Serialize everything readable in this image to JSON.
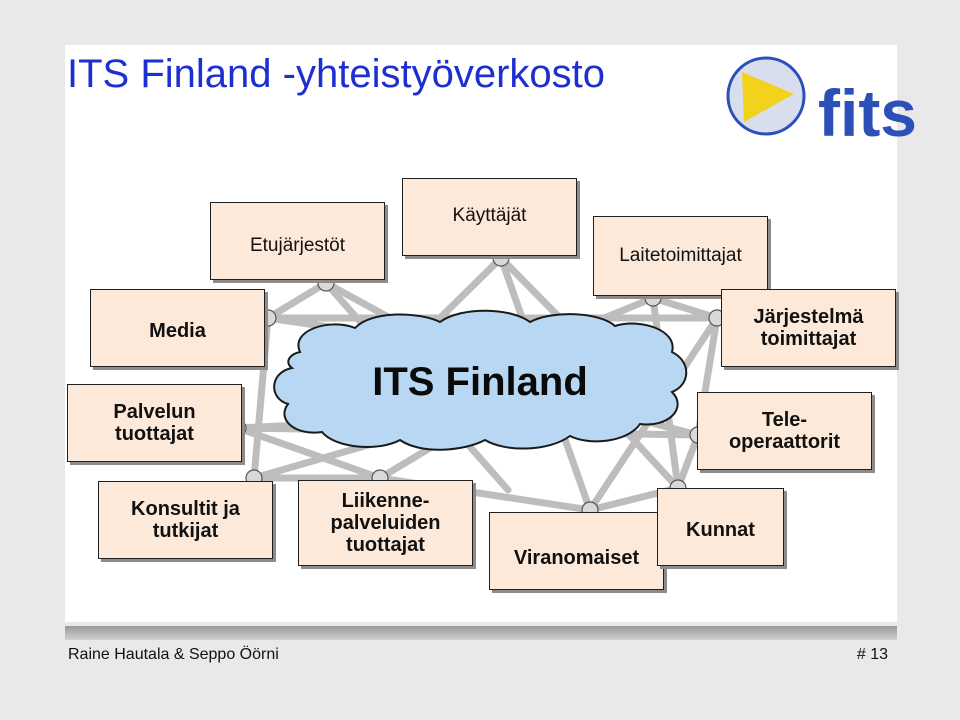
{
  "title": "ITS Finland -yhteistyöverkosto",
  "logo": {
    "text": "fits",
    "accent_colors": [
      "#2d4fb8",
      "#f2d21b",
      "#bfc8e0"
    ]
  },
  "center": {
    "label": "ITS Finland"
  },
  "nodes": {
    "etujarjestot": "Etujärjestöt",
    "kayttajat": "Käyttäjät",
    "laitetoimittajat": "Laitetoimittajat",
    "media": "Media",
    "jarjestelma": "Järjestelmä\ntoimittajat",
    "palvelun": "Palvelun\ntuottajat",
    "tele": "Tele-\noperaattorit",
    "konsultit": "Konsultit ja\ntutkijat",
    "liikenne": "Liikenne-\npalveluiden\ntuottajat",
    "viranomaiset": "Viranomaiset",
    "kunnat": "Kunnat"
  },
  "footer": {
    "authors": "Raine Hautala & Seppo Öörni",
    "page": "# 13"
  },
  "colors": {
    "title": "#1d2fd0",
    "box_fill": "#fde9d9",
    "cloud_fill": "#b7d7f2",
    "line": "#bdbdbd"
  }
}
